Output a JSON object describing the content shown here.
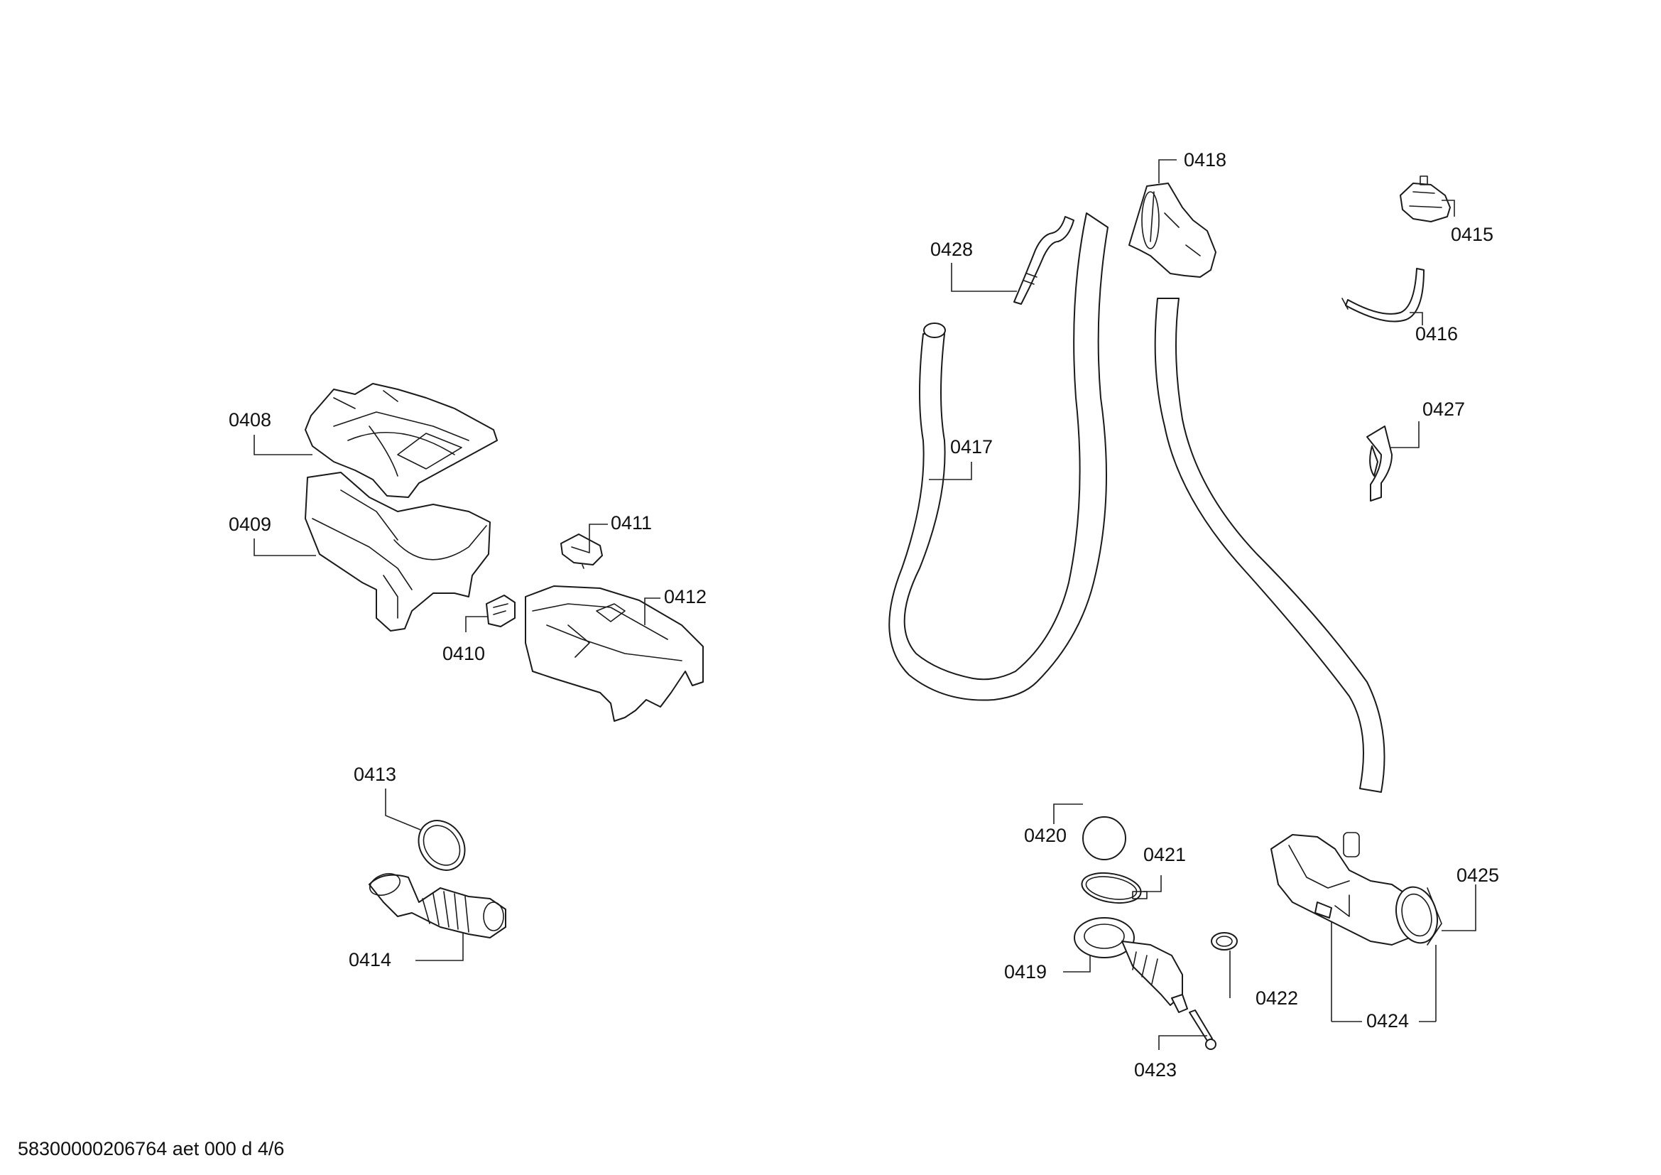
{
  "labels": {
    "p0408": "0408",
    "p0409": "0409",
    "p0410": "0410",
    "p0411": "0411",
    "p0412": "0412",
    "p0413": "0413",
    "p0414": "0414",
    "p0415": "0415",
    "p0416": "0416",
    "p0417": "0417",
    "p0418": "0418",
    "p0419": "0419",
    "p0420": "0420",
    "p0421": "0421",
    "p0422": "0422",
    "p0423": "0423",
    "p0424": "0424",
    "p0425": "0425",
    "p0427": "0427",
    "p0428": "0428"
  },
  "footer": {
    "document_code": "58300000206764 aet 000 d 4/6"
  }
}
